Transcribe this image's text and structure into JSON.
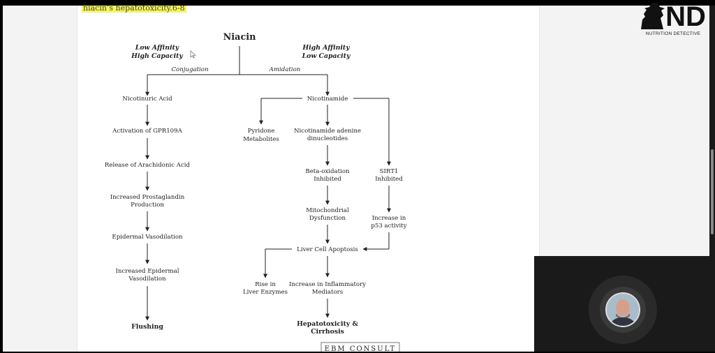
{
  "document": {
    "highlighted_text": "niacin’s hepatotoxicity.6-8"
  },
  "diagram": {
    "title": "Niacin",
    "left_header_line1": "Low Affinity",
    "left_header_line2": "High Capacity",
    "right_header_line1": "High Affinity",
    "right_header_line2": "Low Capacity",
    "left_edge_label": "Conjugation",
    "right_edge_label": "Amidation",
    "left_chain": {
      "nicotinuric_acid": "Nicotinuric Acid",
      "gpr109a": "Activation of GPR109A",
      "arachidonic": "Release of Arachidonic Acid",
      "prostaglandin_line1": "Increased Prostaglandin",
      "prostaglandin_line2": "Production",
      "epidermal": "Epidermal Vasodilation",
      "inc_epidermal_line1": "Increased Epidermal",
      "inc_epidermal_line2": "Vasodilation",
      "flushing": "Flushing"
    },
    "right_chain": {
      "nicotinamide": "Nicotinamide",
      "pyridone_line1": "Pyridone",
      "pyridone_line2": "Metabolites",
      "nad_line1": "Nicotinamide adenine",
      "nad_line2": "dinucleotides",
      "beta_line1": "Beta-oxidation",
      "beta_line2": "Inhibited",
      "sirt_line1": "SIRT1",
      "sirt_line2": "Inhibited",
      "mito_line1": "Mitochondrial",
      "mito_line2": "Dysfunction",
      "p53_line1": "Increase in",
      "p53_line2": "p53 activity",
      "apoptosis": "Liver Cell Apoptosis",
      "enzymes_line1": "Rise in",
      "enzymes_line2": "Liver Enzymes",
      "inflam_line1": "Increase in Inflammatory",
      "inflam_line2": "Mediators",
      "hepato_line1": "Hepatotoxicity &",
      "hepato_line2": "Cirrhosis"
    },
    "source_mark": "EBM CONSULT"
  },
  "logo": {
    "mark": "ND",
    "text": "NUTRITION DETECTIVE"
  },
  "colors": {
    "highlight": "#f5f55a",
    "page": "#ffffff",
    "viewer_bg": "#f3f3f3",
    "line": "#222222"
  },
  "icons": {
    "cursor": "cursor-icon",
    "logo": "detective-silhouette-icon"
  }
}
